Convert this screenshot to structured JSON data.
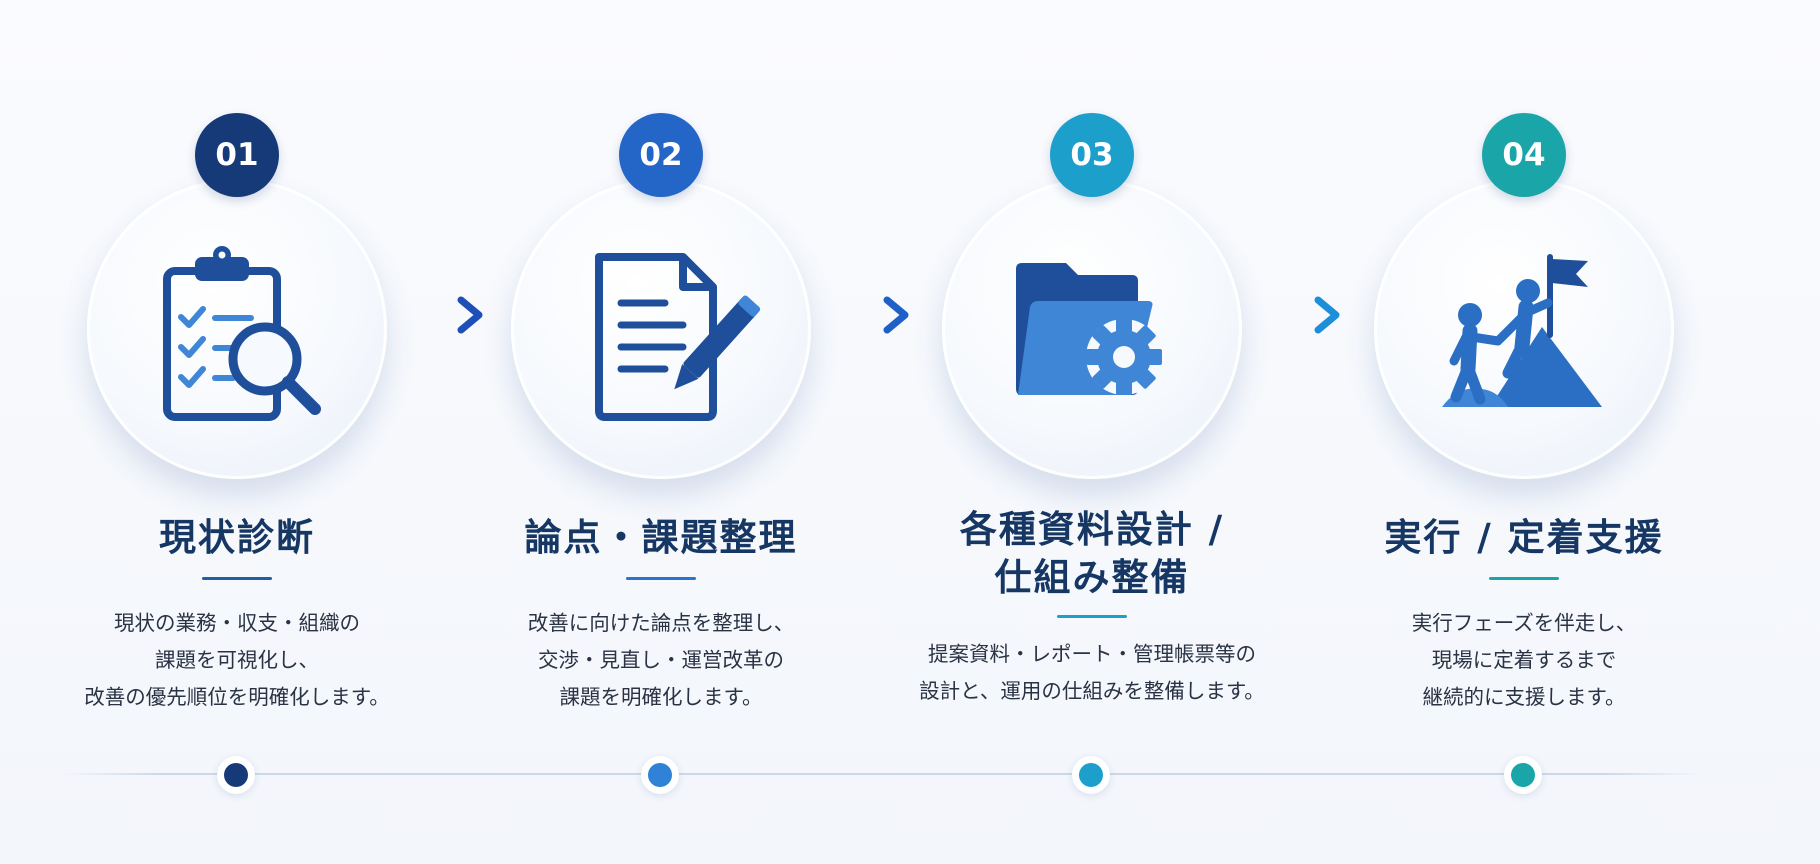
{
  "steps": [
    {
      "number": "01",
      "title_lines": [
        "現状診断"
      ],
      "desc_lines": [
        "現状の業務・収支・組織の",
        "課題を可視化し、",
        "改善の優先順位を明確化します。"
      ],
      "icon": "clipboard-search-icon",
      "color": "#163a78"
    },
    {
      "number": "02",
      "title_lines": [
        "論点・課題整理"
      ],
      "desc_lines": [
        "改善に向けた論点を整理し、",
        "交渉・見直し・運営改革の",
        "課題を明確化します。"
      ],
      "icon": "document-pen-icon",
      "color": "#2466c7"
    },
    {
      "number": "03",
      "title_lines": [
        "各種資料設計 /",
        "仕組み整備"
      ],
      "desc_lines": [
        "提案資料・レポート・管理帳票等の",
        "設計と、運用の仕組みを整備します。"
      ],
      "icon": "folder-gear-icon",
      "color": "#1d9fcc"
    },
    {
      "number": "04",
      "title_lines": [
        "実行 / 定着支援"
      ],
      "desc_lines": [
        "実行フェーズを伴走し、",
        "現場に定着するまで",
        "継続的に支援します。"
      ],
      "icon": "mountain-flag-people-icon",
      "color": "#1aa6a8"
    }
  ],
  "colors": {
    "title": "#163763",
    "text": "#2a3344",
    "arrow_start": "#2a7fe0",
    "arrow_end": "#1e4fb8",
    "icon_dark": "#1f4f9a",
    "icon_light": "#3f86d6"
  }
}
